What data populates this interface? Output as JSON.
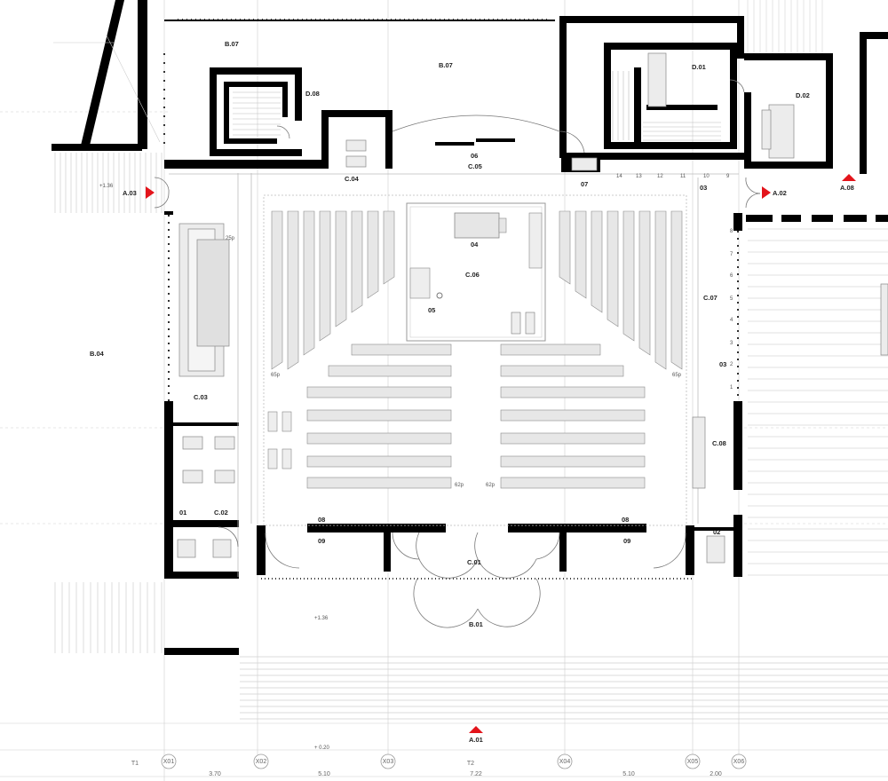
{
  "colors": {
    "wall": "#000000",
    "line": "#bdbdbd",
    "hatch": "#d4d4d4",
    "marker": "#e3141b",
    "furniture": "#e8e8e8"
  },
  "rooms": {
    "b07_left": "B.07",
    "b07_right": "B.07",
    "d08": "D.08",
    "d01": "D.01",
    "d02": "D.02",
    "c04": "C.04",
    "c05": "C.05",
    "n06": "06",
    "n07": "07",
    "n03_top": "03",
    "n04": "04",
    "c06": "C.06",
    "n05": "05",
    "c07": "C.07",
    "n03_right": "03",
    "b04": "B.04",
    "c03": "C.03",
    "n01": "01",
    "c02": "C.02",
    "c08": "C.08",
    "n02": "02",
    "n08_left": "08",
    "n08_right": "08",
    "n09_left": "09",
    "n09_right": "09",
    "c01": "C.01",
    "b01": "B.01"
  },
  "markers": {
    "a03": "A.03",
    "a02": "A.02",
    "a08": "A.08",
    "a01": "A.01"
  },
  "levels": {
    "top_left": "+1.36",
    "bottom": "+1.36",
    "base": "+ 0.20"
  },
  "seat_labels": {
    "s1": "25p",
    "s2": "65p",
    "s3": "65p",
    "s4": "62p",
    "s5": "62p"
  },
  "stair_numbers_top": [
    "14",
    "13",
    "12",
    "11",
    "10",
    "9"
  ],
  "stair_numbers_right": [
    "8",
    "7",
    "6",
    "5",
    "4",
    "3",
    "2",
    "1"
  ],
  "axes": {
    "labels": [
      "X01",
      "X02",
      "X03",
      "X04",
      "X05",
      "X06"
    ],
    "sections": [
      "T1",
      "T2"
    ],
    "dims": [
      "3.70",
      "5.10",
      "7.22",
      "5.10",
      "2.00"
    ]
  }
}
